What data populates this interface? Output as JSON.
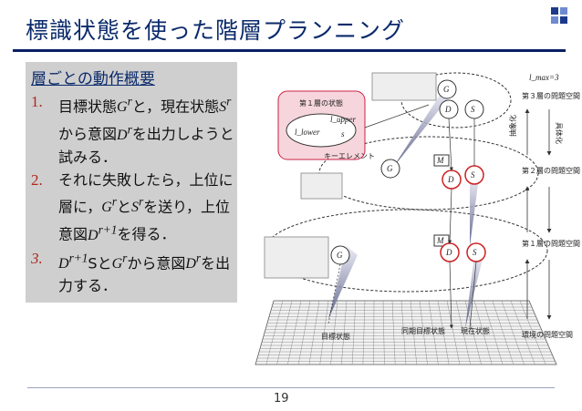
{
  "slide": {
    "title": "標識状態を使った階層プランニング",
    "page_number": "19"
  },
  "panel": {
    "heading": "層ごとの動作概要",
    "items": [
      {
        "number": "1.",
        "text": "目標状態G^rと，現在状態S^rから意図D^rを出力しようと試みる．"
      },
      {
        "number": "2.",
        "text": "それに失敗したら，上位に層に，G^rとS^rを送り，上位意図D^(r+1)を得る．"
      },
      {
        "number": "3.",
        "text": "D^(r+1)SとG^rから意図D^rを出力する．"
      }
    ]
  },
  "diagram": {
    "top_level_label": "l_max=3",
    "right_labels": {
      "level3": "第３層の問題空間",
      "level2": "第２層の問題空間",
      "level1": "第１層の問題空間",
      "level0": "環境の問題空間"
    },
    "arrow_labels": {
      "abstract": "抽象化",
      "embody": "具体化"
    },
    "callout": {
      "title": "第１層の状態",
      "left_node": "l_lower",
      "right_node": "s",
      "center_node": "l_upper",
      "caption": "キーエレメント"
    },
    "bottom_labels": {
      "goal": "目標状態",
      "target_agent": "同期目標状態",
      "current": "現在状態"
    },
    "nodes": {
      "g3": "G",
      "d3": "D",
      "s3": "S",
      "g2": "G",
      "d2": "D",
      "s2": "S",
      "g1": "G",
      "d1": "D",
      "s1": "S",
      "m2": "M",
      "m1": "M"
    },
    "colors": {
      "title_blue": "#0a2a6b",
      "number_red": "#b0281e",
      "callout_pink": "#f6d6dc"
    }
  }
}
